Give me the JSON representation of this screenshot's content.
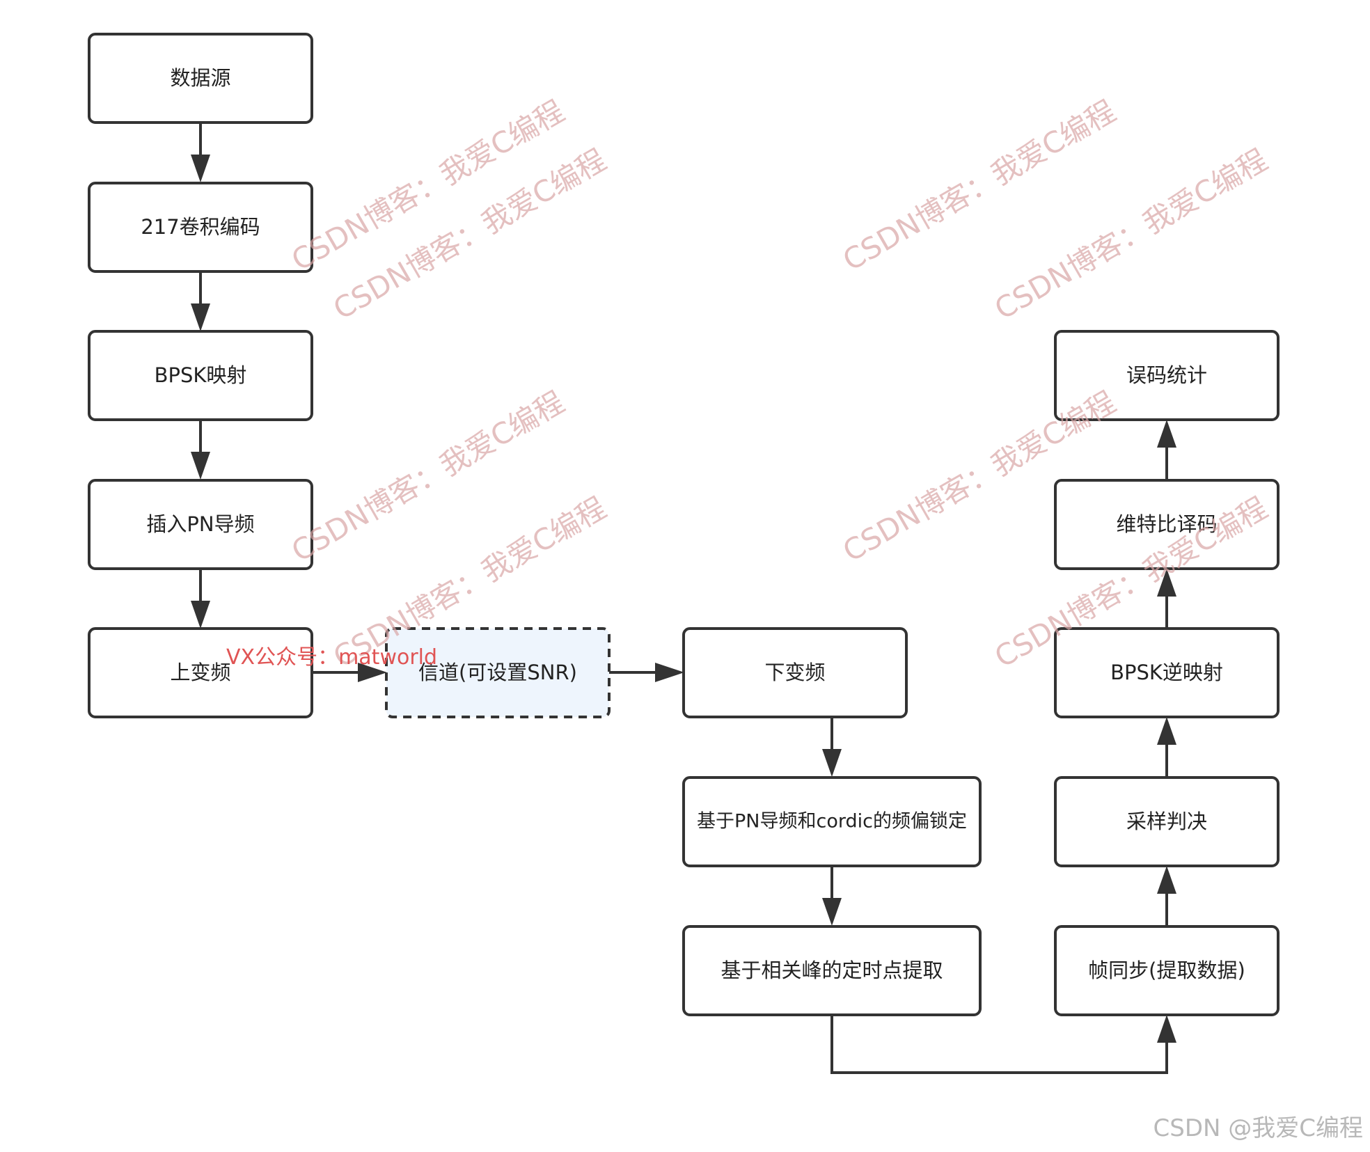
{
  "nodes": {
    "data_source": "数据源",
    "conv_encode": "217卷积编码",
    "bpsk_map": "BPSK映射",
    "insert_pn": "插入PN导频",
    "upconvert": "上变频",
    "channel": "信道(可设置SNR)",
    "downconvert": "下变频",
    "freq_lock": "基于PN导频和cordic的频偏锁定",
    "timing_extract": "基于相关峰的定时点提取",
    "frame_sync": "帧同步(提取数据)",
    "sample_decide": "采样判决",
    "bpsk_demap": "BPSK逆映射",
    "viterbi": "维特比译码",
    "ber_stat": "误码统计"
  },
  "watermarks": {
    "csdn_blog": "CSDN博客：我爱C编程",
    "vx": "VX公众号：matworld"
  },
  "footer": "CSDN @我爱C编程"
}
